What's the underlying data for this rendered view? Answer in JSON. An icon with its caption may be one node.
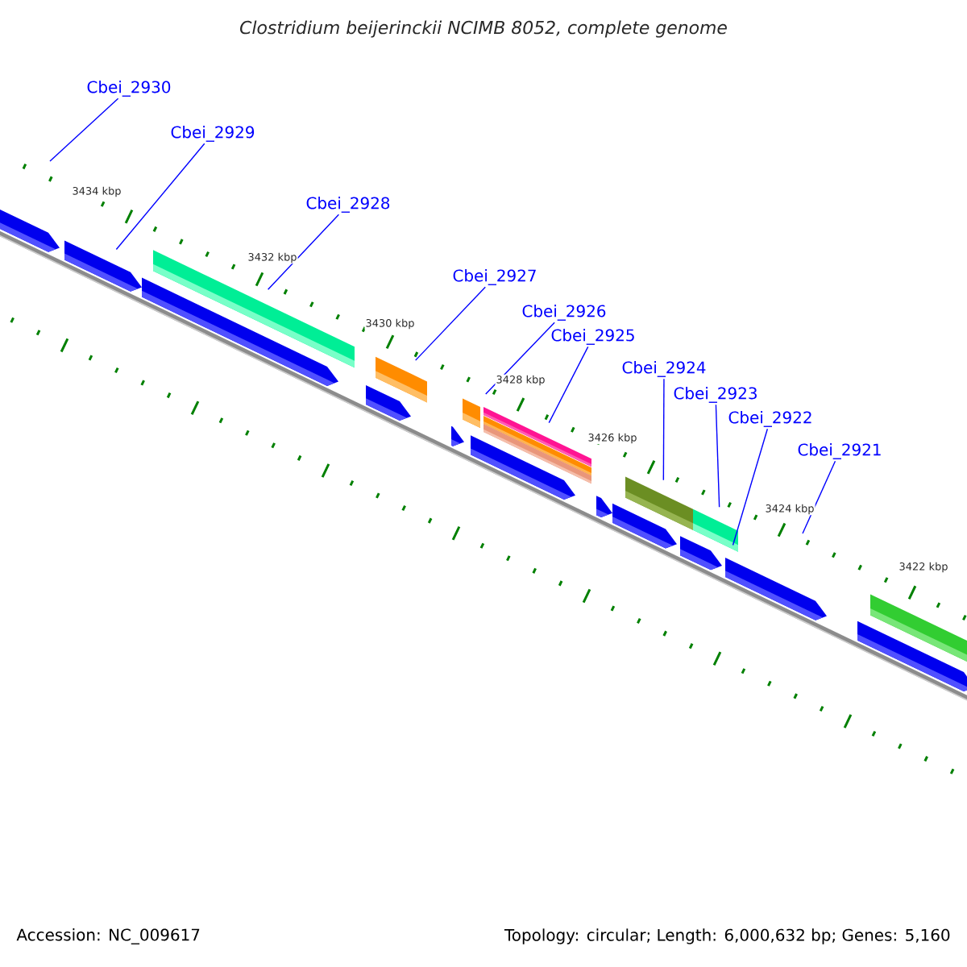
{
  "diagram": {
    "title": "Clostridium beijerinckii NCIMB 8052, complete genome",
    "nodes": [
      {
        "text": [
          "Cbei_2930"
        ]
      },
      {
        "text": [
          "Cbei_2929"
        ]
      },
      {
        "text": [
          "Cbei_2928"
        ]
      },
      {
        "text": [
          "Cbei_2927"
        ]
      },
      {
        "text": [
          "Cbei_2926"
        ]
      },
      {
        "text": [
          "Cbei_2925"
        ]
      },
      {
        "text": [
          "Cbei_2924"
        ]
      },
      {
        "text": [
          "Cbei_2923"
        ]
      },
      {
        "text": [
          "Cbei_2922"
        ]
      },
      {
        "text": [
          "Cbei_2921"
        ]
      },
      {
        "text": [],
        "shape": "pentagon"
      },
      {
        "text": [],
        "shape": "pentagon"
      },
      {
        "text": [],
        "shape": "pentagon"
      },
      {
        "text": [],
        "shape": "bar"
      },
      {
        "text": [],
        "shape": "pentagon"
      },
      {
        "text": [],
        "shape": "bar"
      },
      {
        "text": [],
        "shape": "pentagon"
      },
      {
        "text": [],
        "shape": "bar"
      },
      {
        "text": [],
        "shape": "pentagon"
      },
      {
        "text": [],
        "shape": "bar"
      },
      {
        "text": [],
        "shape": "pentagon"
      },
      {
        "text": [],
        "shape": "pentagon"
      },
      {
        "text": [],
        "shape": "bar"
      },
      {
        "text": [],
        "shape": "pentagon"
      },
      {
        "text": [],
        "shape": "bar"
      },
      {
        "text": [],
        "shape": "pentagon"
      },
      {
        "text": [],
        "shape": "pentagon"
      },
      {
        "text": [],
        "shape": "bar"
      }
    ],
    "edges": [
      {
        "from": 0,
        "to": null,
        "arrow": "none"
      },
      {
        "from": 1,
        "to": 11,
        "arrow": "none"
      },
      {
        "from": 2,
        "to": 13,
        "arrow": "none"
      },
      {
        "from": 3,
        "to": 15,
        "arrow": "none"
      },
      {
        "from": 4,
        "to": 17,
        "arrow": "none"
      },
      {
        "from": 5,
        "to": 19,
        "arrow": "none"
      },
      {
        "from": 6,
        "to": 22,
        "arrow": "none"
      },
      {
        "from": 7,
        "to": 24,
        "arrow": "none"
      },
      {
        "from": 8,
        "to": 25,
        "arrow": "none"
      },
      {
        "from": 9,
        "to": null,
        "arrow": "none"
      }
    ],
    "labels": [
      "3434 kbp",
      "3432 kbp",
      "3430 kbp",
      "3428 kbp",
      "3426 kbp",
      "3424 kbp",
      "3422 kbp",
      "Accession: NC_009617",
      "Topology: circular; Length: 6,000,632 bp; Genes: 5,160"
    ]
  }
}
